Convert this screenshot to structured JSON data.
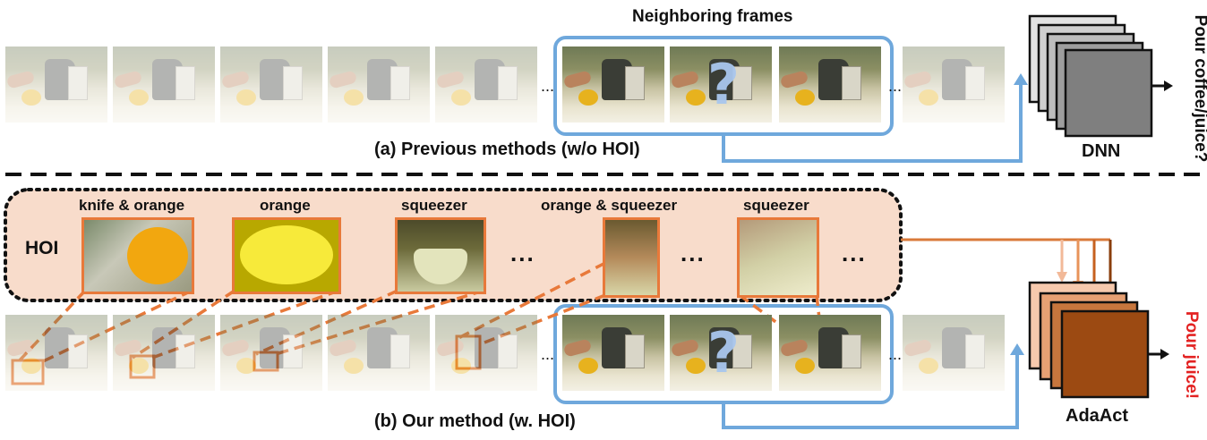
{
  "top": {
    "neighboring_label": "Neighboring frames",
    "caption": "(a) Previous methods (w/o HOI)",
    "model_label": "DNN",
    "prediction": "Pour coffee/juice?",
    "question": "?",
    "ellipsis": "..."
  },
  "bottom": {
    "hoi_label": "HOI",
    "hoi_items": [
      "knife & orange",
      "orange",
      "squeezer",
      "orange & squeezer",
      "squeezer"
    ],
    "caption": "(b) Our method (w. HOI)",
    "model_label": "AdaAct",
    "prediction": "Pour juice!",
    "question": "?",
    "ellipsis": "..."
  },
  "colors": {
    "neighbor_box": "#6fa8dc",
    "hoi_box": "#e8793a",
    "hoi_panel": "#f8dccb",
    "prediction_bottom": "#e32222",
    "dnn_gray": "#7f7f7f",
    "adaact_brown": "#9c4a12"
  }
}
